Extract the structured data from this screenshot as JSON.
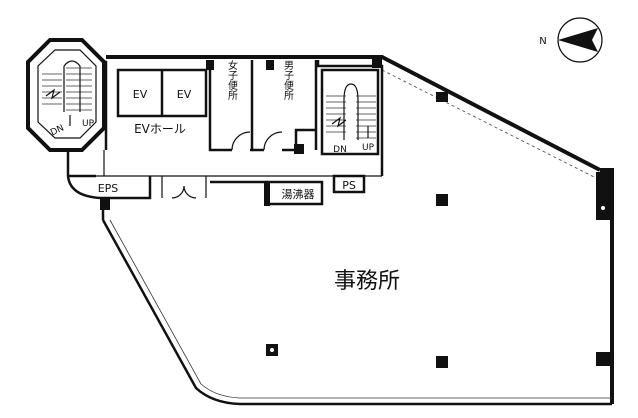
{
  "labels": {
    "main_room": "事務所",
    "ev_hall": "EVホール",
    "ev1": "EV",
    "ev2": "EV",
    "womens_toilet": "女子便所",
    "mens_toilet": "男子便所",
    "eps": "EPS",
    "ps": "PS",
    "kettle_room": "湯沸器",
    "left_stair_dn": "DN",
    "left_stair_up": "UP",
    "right_stair_dn": "DN",
    "right_stair_up": "UP",
    "compass_n": "N"
  }
}
